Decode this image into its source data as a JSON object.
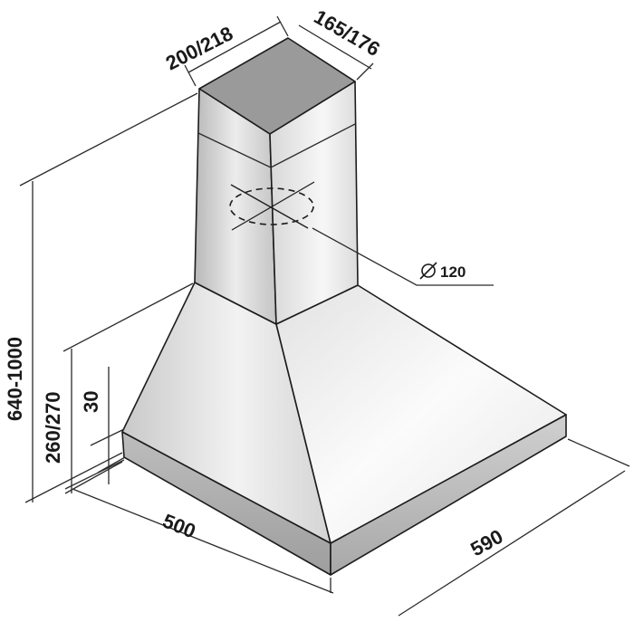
{
  "dimensions": {
    "duct_width": "200/218",
    "duct_depth": "165/176",
    "outlet_diameter": "120",
    "total_height": "640-1000",
    "body_height": "260/270",
    "rim_height": "30",
    "depth": "500",
    "width": "590"
  },
  "colors": {
    "line": "#1c1c1c",
    "background": "#ffffff"
  }
}
